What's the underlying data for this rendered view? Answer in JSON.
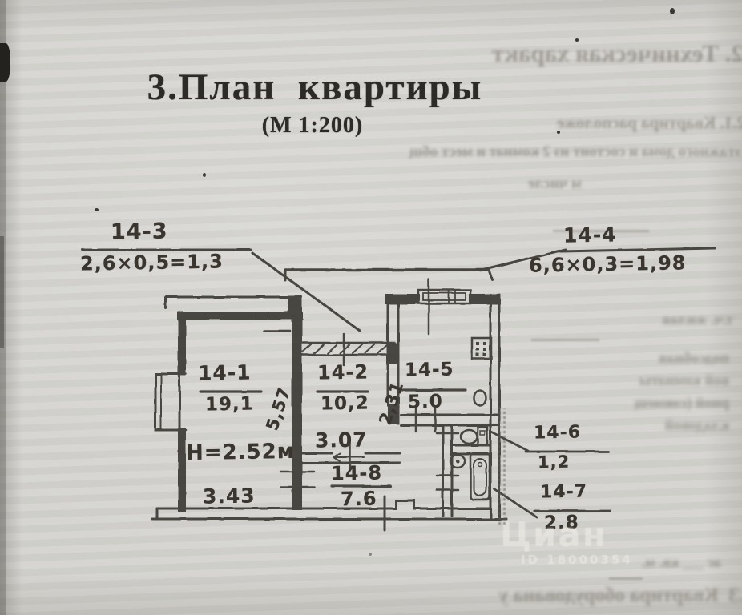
{
  "document": {
    "title": "3.План  квартиры",
    "scale": "(М 1:200)"
  },
  "plan": {
    "height_mark": "Н=2.52м",
    "rooms": [
      {
        "id": "14-1",
        "area": "19,1"
      },
      {
        "id": "14-2",
        "area": "10,2"
      },
      {
        "id": "14-5",
        "area": "5.0"
      },
      {
        "id": "14-8",
        "area": "7.6"
      }
    ],
    "balconies": [
      {
        "id": "14-3",
        "calc": "2,6×0,5=1,3"
      },
      {
        "id": "14-4",
        "calc": "6,6×0,3=1,98"
      }
    ],
    "sanitary": [
      {
        "id": "14-6",
        "area": "1,2"
      },
      {
        "id": "14-7",
        "area": "2.8"
      }
    ],
    "dimensions": {
      "room1_width": "3.43",
      "room2_width": "3.07",
      "room1_depth": "5,57",
      "room2_depth": "2,31"
    }
  },
  "watermark": {
    "brand": "Циан",
    "id_label": "ID 18000354"
  },
  "bleedthrough": {
    "heading": "2. Техническая характ",
    "line_2_1": "2.1. Квартира расположе",
    "line_floors": "-этажного дома и состоит из 2 комнат и мест общ",
    "line_incl": "м числе",
    "right_col": [
      "т.ч. жилая",
      "подсобная",
      "вой комнаты",
      "рной (совмещ",
      "кладовой"
    ],
    "row_kv": "ас ___ кв. м.",
    "bottom": ".3  Квартира оборудована у"
  }
}
